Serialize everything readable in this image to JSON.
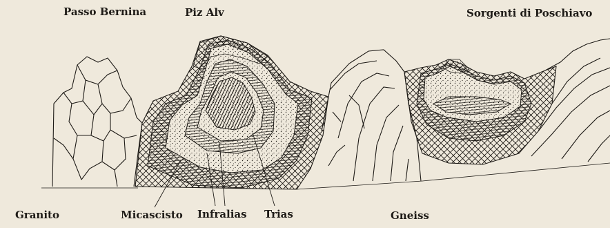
{
  "labels": {
    "passo_bernina": "Passo Bernina",
    "piz_alv": "Piz Alv",
    "sorgenti_poschiavo": "Sorgenti di Poschiavo",
    "granito": "Granito",
    "micascisto": "Micascisto",
    "infralias": "Infralias",
    "trias": "Trias",
    "gneiss": "Gneiss"
  },
  "colors": {
    "paper": "#efe9dc",
    "ink": "#1e1b17"
  }
}
